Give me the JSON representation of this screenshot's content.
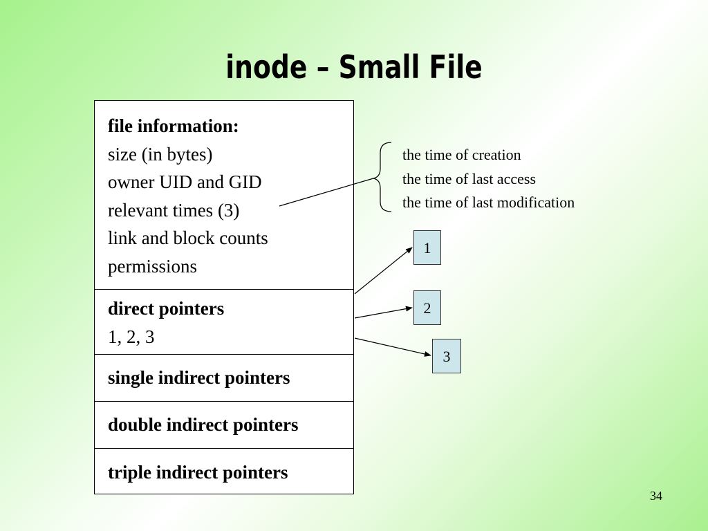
{
  "title": "inode – Small File",
  "inode": {
    "file_info": {
      "heading": "file information:",
      "lines": [
        "size (in bytes)",
        "owner UID and GID",
        "relevant times (3)",
        "link and block counts",
        "permissions"
      ]
    },
    "direct": {
      "heading": "direct pointers",
      "value": "1, 2, 3"
    },
    "single_indirect": "single indirect pointers",
    "double_indirect": "double indirect pointers",
    "triple_indirect": "triple indirect pointers"
  },
  "times": [
    "the time of creation",
    "the time of last access",
    "the time of last modification"
  ],
  "blocks": [
    "1",
    "2",
    "3"
  ],
  "page_number": "34"
}
